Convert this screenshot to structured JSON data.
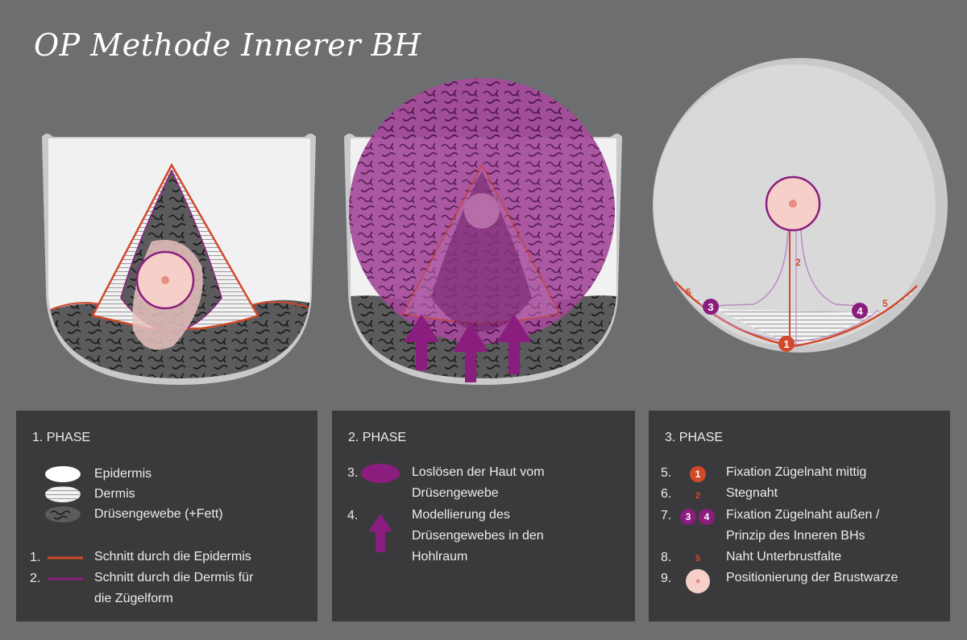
{
  "title": "OP Methode Innerer BH",
  "diagram_labels": {
    "suture_1": "1",
    "suture_2": "2",
    "suture_3": "3",
    "suture_4": "4",
    "suture_5": "5"
  },
  "colors": {
    "background": "#6d6e70",
    "panel": "#3a3a3c",
    "epidermis": "#f1f1f2",
    "dermis_gray": "#c9c9cb",
    "gland": "#5b5b5d",
    "cut_red": "#d2492a",
    "purple": "#8b1d7e",
    "nipple_pink": "#f6cfc8",
    "nipple_dot": "#e88d80"
  },
  "panel1": {
    "title": "1. PHASE",
    "legend": [
      {
        "icon": "epidermis-swatch",
        "label": "Epidermis"
      },
      {
        "icon": "dermis-swatch",
        "label": "Dermis"
      },
      {
        "icon": "gland-tissue-swatch",
        "label": "Drüsengewebe (+Fett)"
      }
    ],
    "steps": [
      {
        "num": "1.",
        "icon": "red-line",
        "label": "Schnitt durch die Epidermis"
      },
      {
        "num": "2.",
        "icon": "purple-line",
        "label_line1": "Schnitt durch die Dermis für",
        "label_line2": "die Zügelform"
      }
    ]
  },
  "panel2": {
    "title": "2. PHASE",
    "steps": [
      {
        "num": "3.",
        "icon": "purple-ellipse",
        "label_line1": "Loslösen der Haut vom",
        "label_line2": "Drüsengewebe"
      },
      {
        "num": "4.",
        "icon": "purple-arrow-up",
        "label_line1": "Modellierung des",
        "label_line2": "Drüsengewebes in den",
        "label_line3": "Hohlraum"
      }
    ]
  },
  "panel3": {
    "title": "3. PHASE",
    "steps": [
      {
        "num": "5.",
        "badge": "1",
        "label": "Fixation Zügelnaht mittig"
      },
      {
        "num": "6.",
        "badge": "2",
        "label": "Stegnaht"
      },
      {
        "num": "7.",
        "badges": [
          "3",
          "4"
        ],
        "label_line1": "Fixation Zügelnaht außen /",
        "label_line2": "Prinzip des Inneren BHs"
      },
      {
        "num": "8.",
        "badge": "5",
        "label": "Naht Unterbrustfalte"
      },
      {
        "num": "9.",
        "icon": "nipple-circle",
        "label": "Positionierung der Brustwarze"
      }
    ]
  }
}
